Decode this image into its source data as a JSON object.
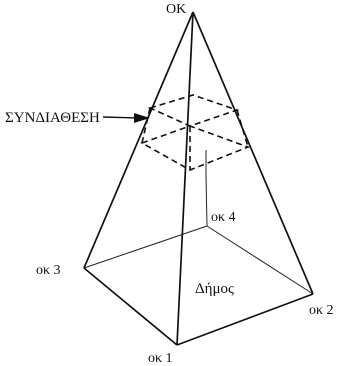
{
  "diagram": {
    "apex_label": "ΟΚ",
    "annotation_label": "ΣΥΝΔΙΑΘΕΣΗ",
    "corner_labels": {
      "front": "οκ 1",
      "right": "οκ 2",
      "left": "οκ 3",
      "back": "οκ 4"
    },
    "base_label": "Δήμος"
  }
}
